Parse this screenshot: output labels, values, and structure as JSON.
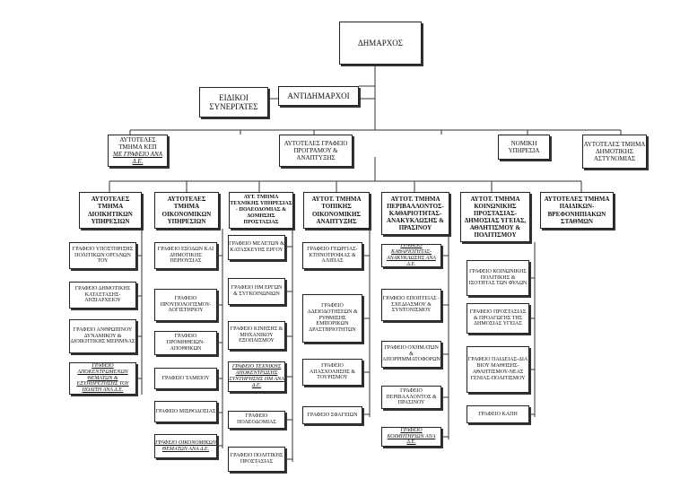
{
  "top": {
    "mayor": "ΔΗΜΑΡΧΟΣ",
    "special_advisors": "ΕΙΔΙΚΟΙ ΣΥΝΕΡΓΑΤΕΣ",
    "deputy_mayors": "ΑΝΤΙΔΗΜΑΡΧΟΙ"
  },
  "level2": [
    {
      "text": "ΑΥΤΟΤΕΛΕΣ ΤΜΗΜΑ ΚΕΠ",
      "sub": "ΜΕ ΓΡΑΦΕΙΟ ΑΝΑ Δ.Ε."
    },
    {
      "text": "ΑΥΤΟΤΕΛΕΣ ΓΡΑΦΕΙΟ ΠΡΟΓΡΑΜΟΥ & ΑΝΑΠΤΥΞΗΣ"
    },
    {
      "text": "ΝΟΜΙΚΗ ΥΠΗΡΕΣΙΑ"
    },
    {
      "text": "ΑΥΤΟΤΕΛΕΣ ΤΜΗΜΑ ΔΗΜΟΤΙΚΗΣ ΑΣΤΥΝΟΜΙΑΣ"
    }
  ],
  "departments": [
    {
      "title": "ΑΥΤΟΤΕΛΕΣ ΤΜΗΜΑ ΔΙΟΙΚΗΤΙΚΩΝ ΥΠΗΡΕΣΙΩΝ",
      "offices": [
        "ΓΡΑΦΕΙΟ ΥΠΟΣΤΗΡΙΞΗΣ ΠΟΛΙΤΙΚΩΝ ΟΡΓΑΝΩΝ ΤΟΥ",
        "ΓΡΑΦΕΙΟ ΔΗΜΟΤΙΚΗΣ ΚΑΤΑΣΤΑΣΗΣ-ΛΗΞΙΑΡΧΕΙΟΥ",
        "ΓΡΑΦΕΙΟ ΑΝΘΡΩΠΙΝΟΥ ΔΥΝΑΜΙΚΟΥ & ΔΙΟΙΚΗΤΙΚΗΣ ΜΕΡΙΜΝΑΣ",
        "ΓΡΑΦΕΙΟ ΑΠΟΚΕΝΤΡΩΜΕΝΩΝ ΘΕΜΑΤΩΝ & ΕΞΥΠΗΡΕΤΗΣΗΣ ΤΟΥ ΠΟΛΙΤΗ ΑΝΑ Δ.Ε."
      ]
    },
    {
      "title": "ΑΥΤΟΤΕΛΕΣ ΤΜΗΜΑ ΟΙΚΟΝΟΜΙΚΩΝ ΥΠΗΡΕΣΙΩΝ",
      "offices": [
        "ΓΡΑΦΕΙΟ ΕΣΟΔΩΝ ΚΑΙ ΔΗΜΟΤΙΚΗΣ ΠΕΡΙΟΥΣΙΑΣ",
        "ΓΡΑΦΕΙΟ ΠΡΟΥΠΟΛΟΓΙΣΜΟΥ-ΛΟΓΙΣΤΗΡΙΟΥ",
        "ΓΡΑΦΕΙΟ ΠΡΟΜΗΘΕΙΩΝ-ΑΠΟΘΗΚΩΝ",
        "ΓΡΑΦΕΙΟ ΤΑΜΕΙΟΥ",
        "ΓΡΑΦΕΙΟ ΜΙΣΘΟΔΟΣΙΑΣ",
        "ΓΡΑΦΕΙΟ ΟΙΚΟΝΟΜΙΚΩΝ ΘΕΜΑΤΩΝ ΑΝΑ Δ.Ε."
      ]
    },
    {
      "title": "ΑΥΤ. ΤΜΗΜΑ ΤΕΧΝΙΚΗΣ ΥΠΗΡΕΣΙΑΣ - ΠΟΛΕΟΔΟΜΙΑΣ & ΔΟΜΗΣΗΣ ΠΡΟΣΤΑΣΙΑΣ",
      "offices": [
        "ΓΡΑΦΕΙΟ ΜΕΛΕΤΩΝ & ΚΑΤΑΣΚΕΥΗΣ ΕΡΓΟΥ",
        "ΓΡΑΦΕΙΟ ΗΜ ΕΡΓΩΝ & ΣΥΓΚΟΙΝΩΝΙΩΝ",
        "ΓΡΑΦΕΙΟ ΚΙΝΗΣΗΣ & ΜΗΧΑΝΙΚΟΥ ΕΞΟΠΛΙΣΜΟΥ",
        "ΓΡΑΦΕΙΟ ΤΕΧΝΙΚΗΣ ΑΠΟΚΕΝΤΡΩΣΗΣ ΣΥΝΤΗΡΗΣΗΣ ΗΜ ΑΝΑ Δ.Ε.",
        "ΓΡΑΦΕΙΟ ΠΟΛΕΟΔΟΜΙΑΣ",
        "ΓΡΑΦΕΙΟ ΠΟΛΙΤΙΚΗΣ ΠΡΟΣΤΑΣΙΑΣ"
      ]
    },
    {
      "title": "ΑΥΤΟΤ. ΤΜΗΜΑ ΤΟΠΙΚΗΣ ΟΙΚΟΝΟΜΙΚΗΣ ΑΝΑΠΤΥΞΗΣ",
      "offices": [
        "ΓΡΑΦΕΙΟ ΓΕΩΡΓΙΑΣ-ΚΤΗΝΟΤΡΟΦΙΑΣ & ΑΛΙΕΙΑΣ",
        "ΓΡΑΦΕΙΟ ΑΔΕΙΟΔΟΤΗΣΕΩΝ & ΡΥΘΜΙΣΗΣ ΕΜΠΟΡΙΚΩΝ ΔΡΑΣΤΗΡΙΟΤΗΤΩΝ",
        "ΓΡΑΦΕΙΟ ΑΠΑΣΧΟΛΗΣΗΣ & ΤΟΥΡΙΣΜΟΥ",
        "ΓΡΑΦΕΙΟ ΣΦΑΓΕΙΩΝ"
      ]
    },
    {
      "title": "ΑΥΤΟΤ. ΤΜΗΜΑ ΠΕΡΙΒΑΛΛΟΝΤΟΣ-ΚΑΘΑΡΙΟΤΗΤΑΣ-ΑΝΑΚΥΚΛΩΣΗΣ & ΠΡΑΣΙΝΟΥ",
      "offices": [
        "ΓΡΑΦΕΙΟ ΚΑΘΑΡΙΟΤΗΤΑΣ-ΑΝΑΚΥΚΛΩΣΗΣ ΑΝΑ Δ.Ε.",
        "ΓΡΑΦΕΙΟ ΕΠΟΠΤΕΙΑΣ - ΣΧΕΔΙΑΣΜΟΥ & ΣΥΝΤΟΝΙΣΜΟΥ",
        "ΓΡΑΦΕΙΟ ΟΧΗΜΑΤΩΝ & ΑΠΟΡΡΙΜΜΑΤΟΦΟΡΩΝ",
        "ΓΡΑΦΕΙΟ ΠΕΡΙΒΑΛΛΟΝΤΟΣ & ΠΡΑΣΙΝΟΥ",
        "ΓΡΑΦΕΙΟ ΚΟΙΜΗΤΗΡΙΩΝ ΑΝΑ Δ.Ε."
      ]
    },
    {
      "title": "ΑΥΤΟΤ. ΤΜΗΜΑ ΚΟΙΝΩΝΙΚΗΣ ΠΡΟΣΤΑΣΙΑΣ-ΔΗΜΟΣΙΑΣ ΥΓΕΙΑΣ, ΑΘΛΗΤΙΣΜΟΥ & ΠΟΛΙΤΙΣΜΟΥ",
      "offices": [
        "ΓΡΑΦΕΙΟ ΚΟΙΝΩΝΙΚΗΣ ΠΟΛΙΤΙΚΗΣ & ΙΣΟΤΗΤΑΣ ΤΩΝ ΦΥΛΩΝ",
        "ΓΡΑΦΕΙΟ ΠΡΟΣΤΑΣΙΑΣ & ΠΡΟΑΓΩΓΗΣ ΤΗΣ ΔΗΜΟΣΙΑΣ ΥΓΕΙΑΣ",
        "ΓΡΑΦΕΙΟ ΠΑΙΔΕΙΑΣ-ΔΙΑ ΒΙΟΥ ΜΑΘΗΣΗΣ-ΑΘΛΗΤΙΣΜΟΥ-ΝΕΑΣ ΓΕΝΙΑΣ-ΠΟΛΙΤΙΣΜΟΥ",
        "ΓΡΑΦΕΙΟ ΚΑΠΗ"
      ]
    },
    {
      "title": "ΑΥΤΟΤΕΛΕΣ ΤΜΗΜΑ ΠΑΙΔΙΚΩΝ-ΒΡΕΦΟΝΗΠΙΑΚΩΝ ΣΤΑΘΜΩΝ",
      "offices": []
    }
  ]
}
